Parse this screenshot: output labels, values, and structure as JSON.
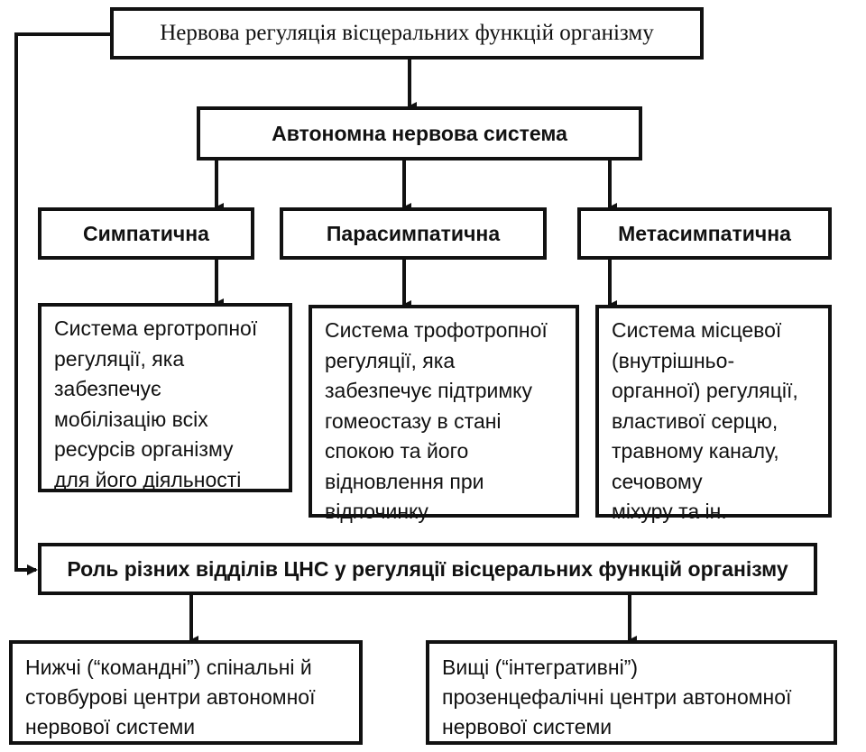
{
  "diagram": {
    "root": "Нервова регуляція вісцеральних функцій організму",
    "ans": "Автономна нервова система",
    "branches": [
      {
        "title": "Симпатична",
        "desc": [
          "Система ерготропної",
          "регуляції, яка",
          "забезпечує",
          "мобілізацію всіх",
          "ресурсів організму",
          "для його діяльності"
        ]
      },
      {
        "title": "Парасимпатична",
        "desc": [
          "Система трофотропної",
          "регуляції, яка",
          "забезпечує підтримку",
          "гомеостазу в стані",
          "спокою та його",
          "відновлення при",
          "відпочинку"
        ]
      },
      {
        "title": "Метасимпатична",
        "desc": [
          "Система місцевої",
          "(внутрішньо-",
          "органної) регуляції,",
          "властивої серцю,",
          "травному каналу,",
          "сечовому",
          "міхуру та ін."
        ]
      }
    ],
    "cns": "Роль різних відділів ЦНС у регуляції вісцеральних функцій організму",
    "lower": [
      "Нижчі (“командні”) спінальні й",
      "стовбурові центри автономної",
      "нервової системи"
    ],
    "higher": [
      "Вищі (“інтегративні”)",
      "прозенцефалічні центри автономної",
      "нервової системи"
    ]
  }
}
